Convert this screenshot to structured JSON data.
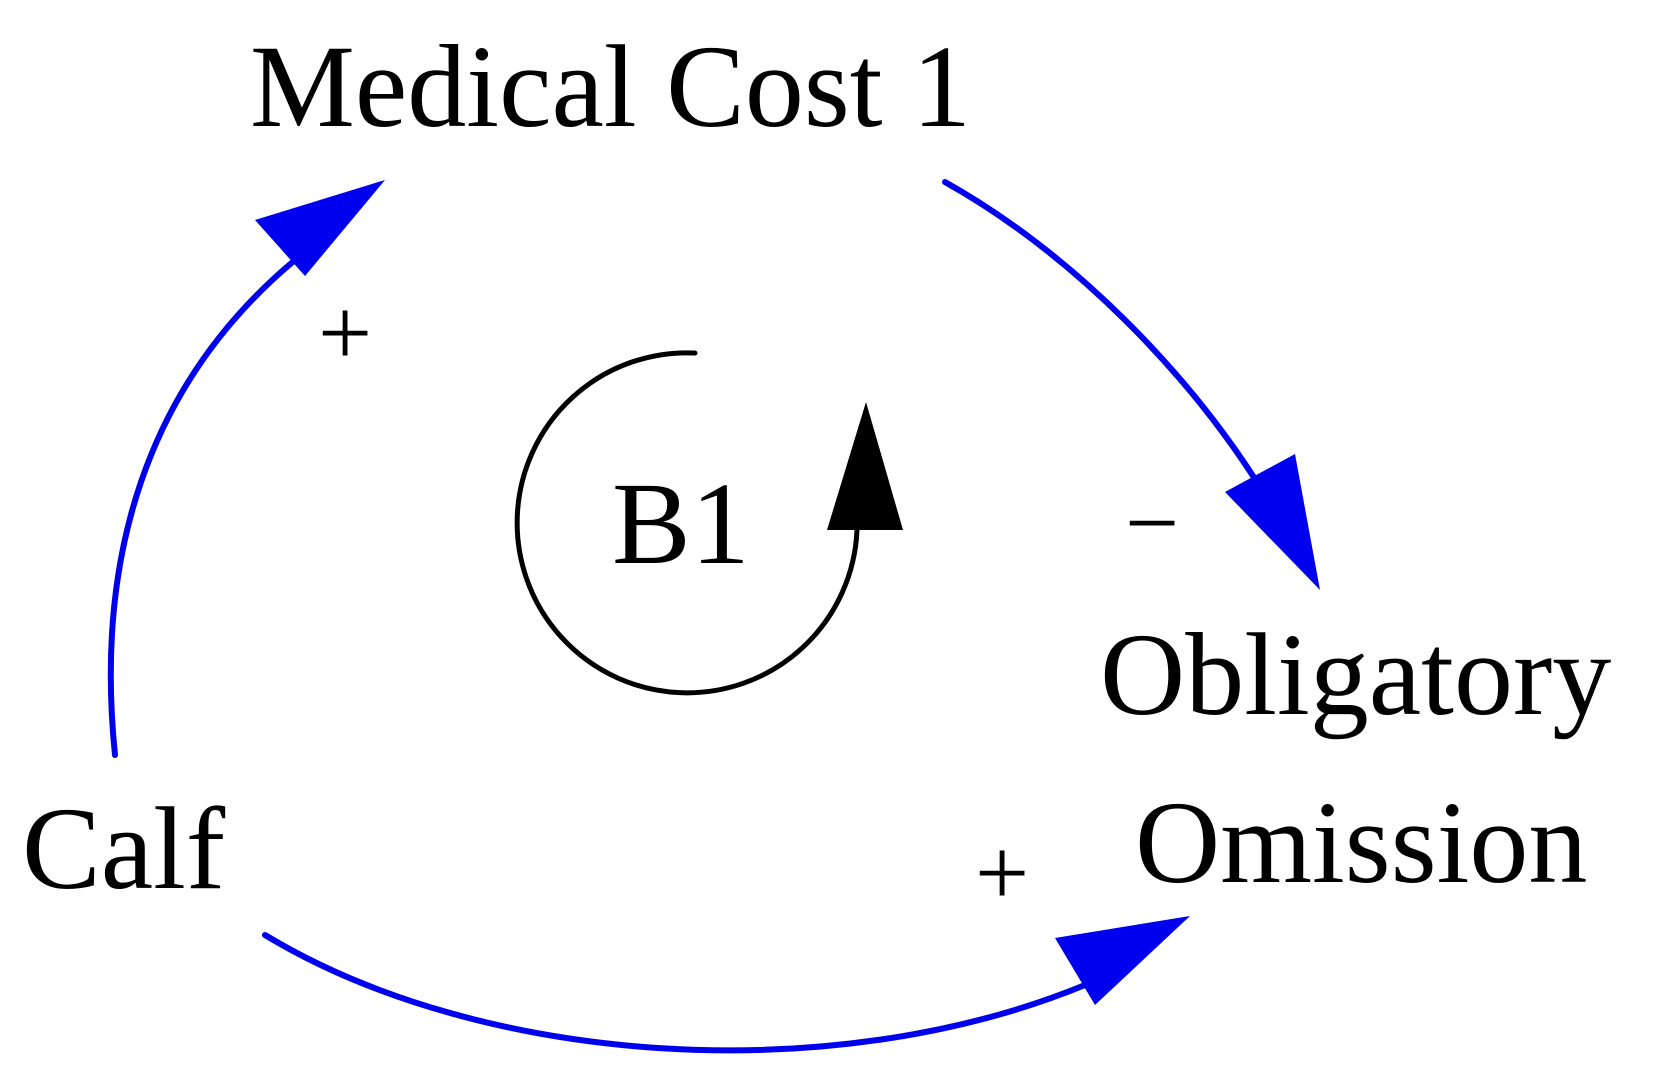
{
  "diagram": {
    "colors": {
      "link": "#0000ee",
      "loop": "#000000",
      "text": "#000000",
      "background": "#ffffff"
    },
    "nodes": {
      "medical_cost": "Medical Cost 1",
      "obligatory_line1": "Obligatory",
      "obligatory_line2": "Omission",
      "calf": "Calf"
    },
    "loop": {
      "label": "B1"
    },
    "polarities": {
      "calf_to_medical": "+",
      "medical_to_obligatory": "−",
      "calf_to_obligatory": "+"
    }
  }
}
